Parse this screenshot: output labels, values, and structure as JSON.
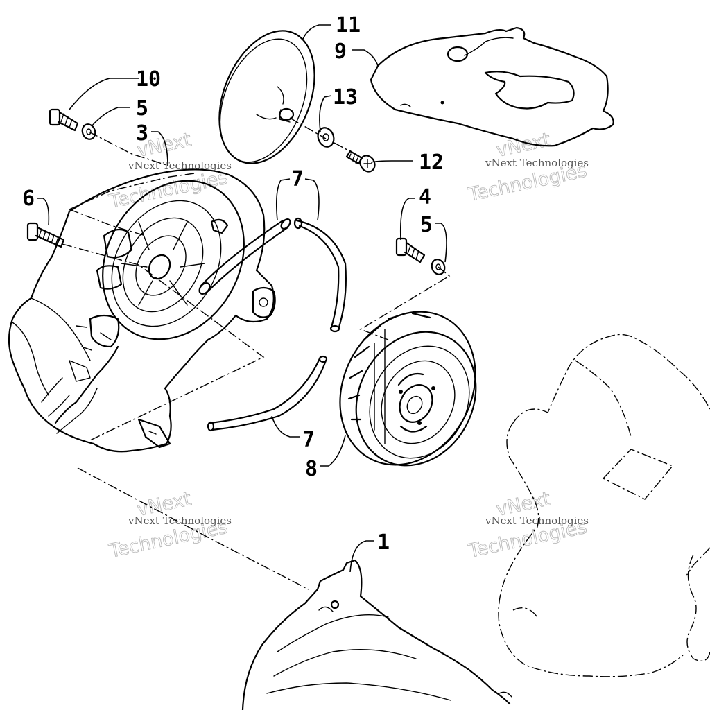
{
  "callouts": {
    "c1": "1",
    "c3": "3",
    "c4": "4",
    "c5a": "5",
    "c5b": "5",
    "c6": "6",
    "c7a": "7",
    "c7b": "7",
    "c8": "8",
    "c9": "9",
    "c10": "10",
    "c11": "11",
    "c12": "12",
    "c13": "13"
  },
  "watermark": {
    "small": "vNext Technologies",
    "word1": "vNext",
    "word2": "Technologies"
  },
  "colors": {
    "line": "#000000",
    "background": "#ffffff",
    "watermark": "#bdbdbd"
  }
}
